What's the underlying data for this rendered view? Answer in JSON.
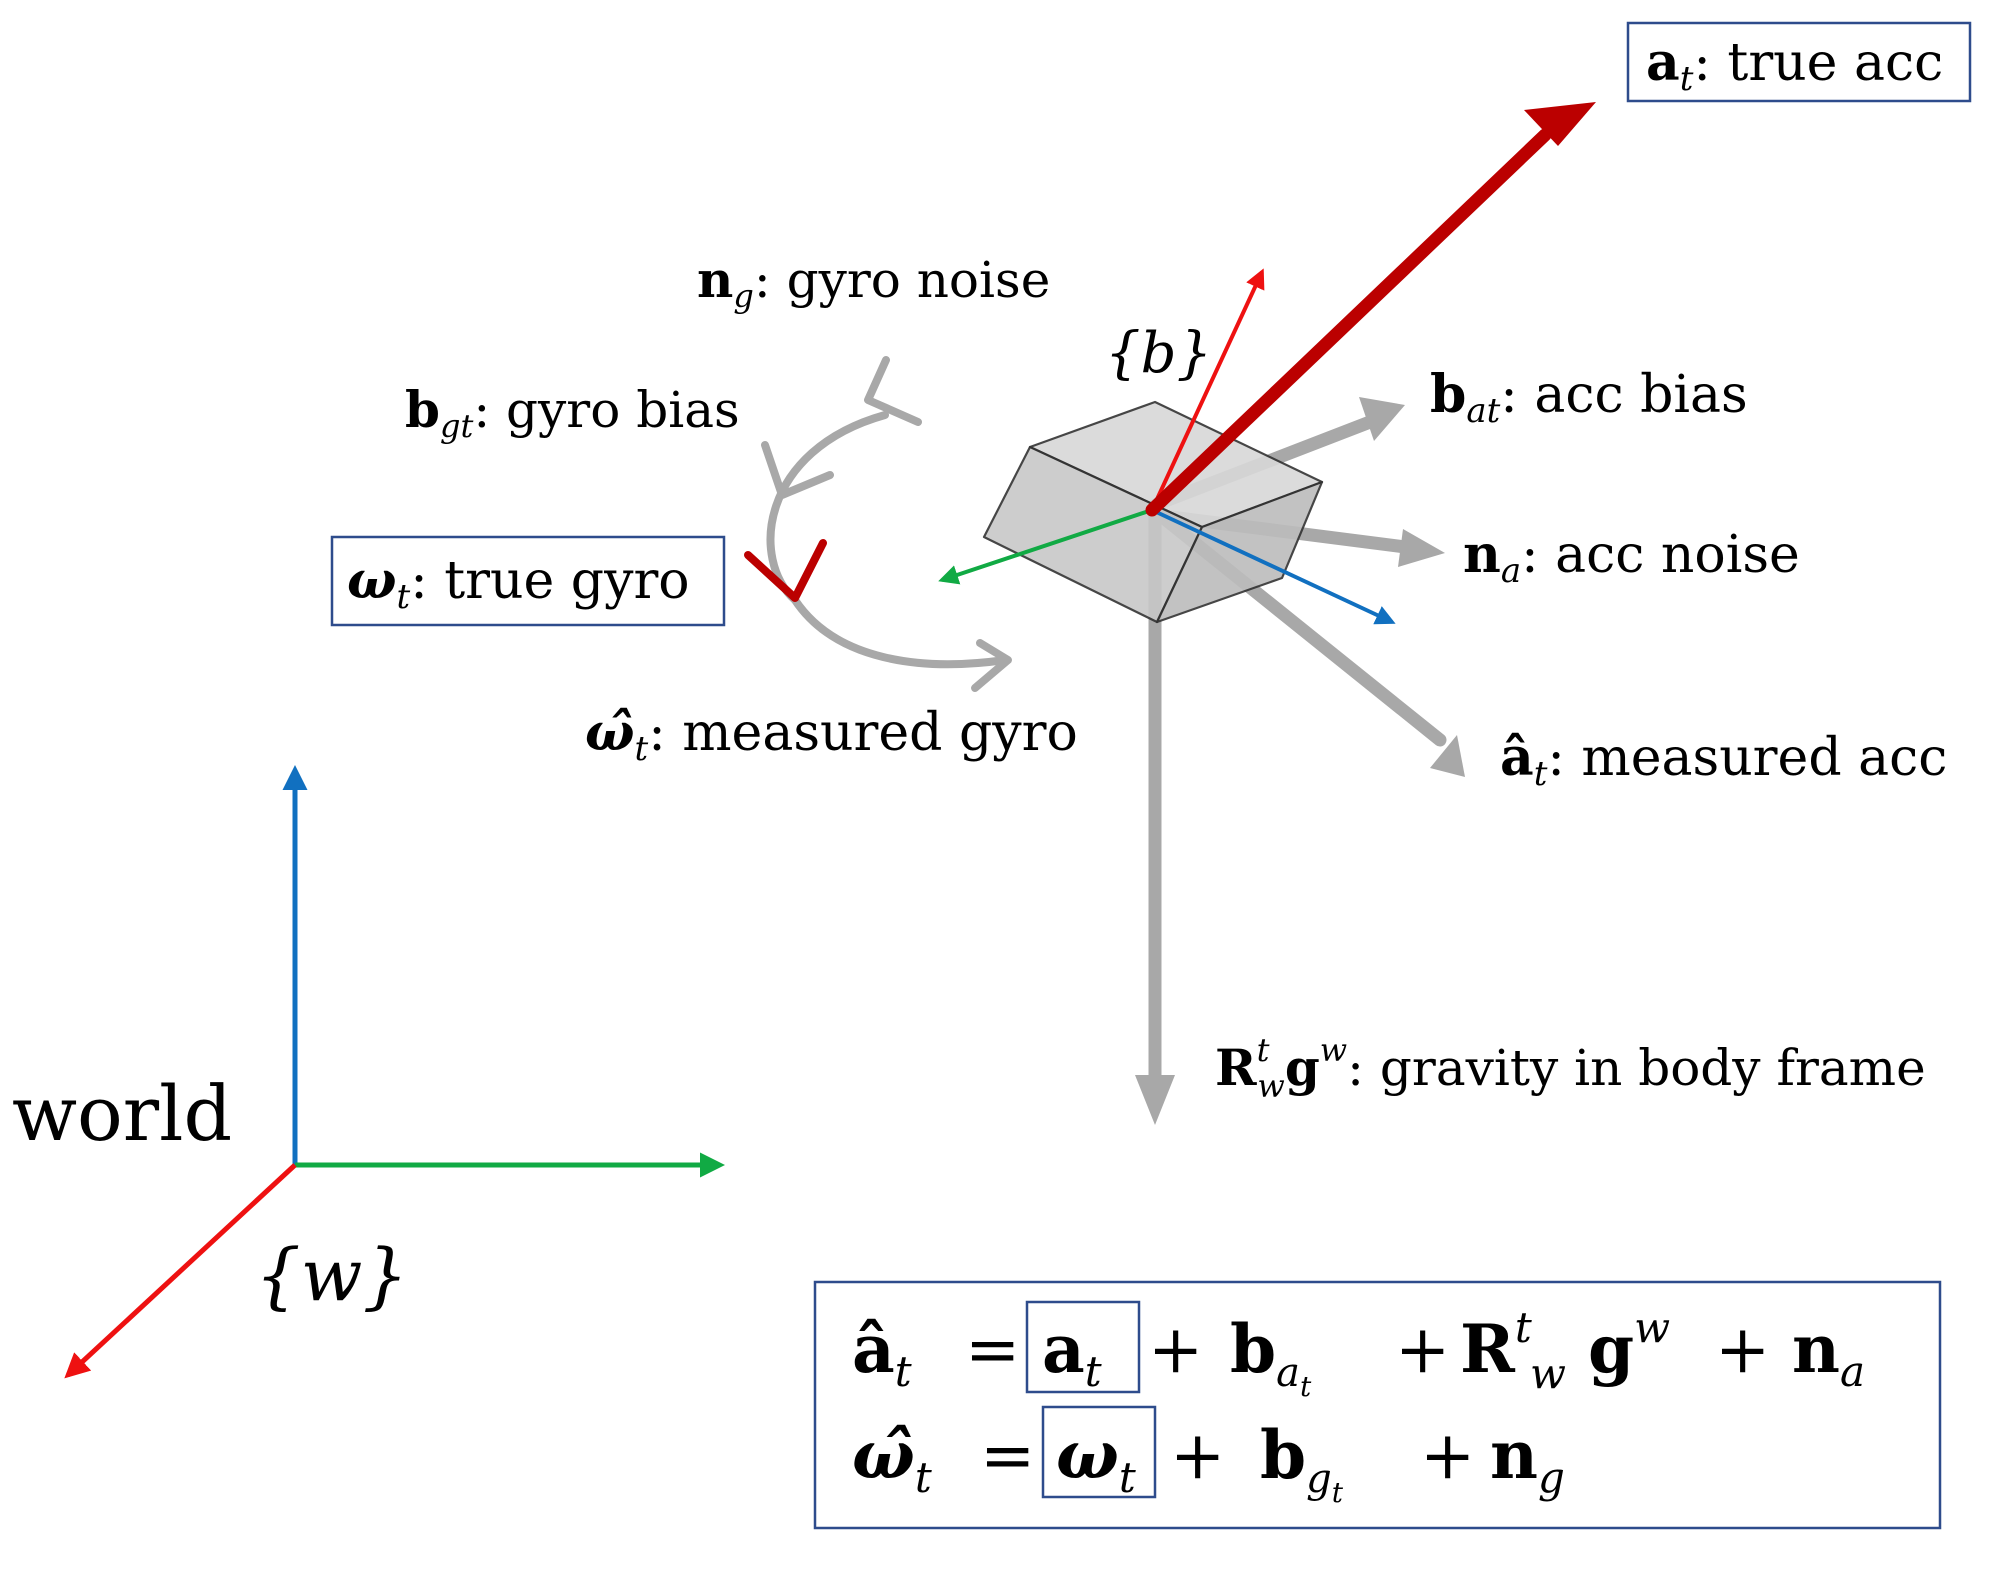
{
  "colors": {
    "red": "#ee1111",
    "dark_red": "#bb0000",
    "green": "#11aa44",
    "blue": "#1170c0",
    "gray": "#a8a8a8",
    "box_border": "#2e4c8c",
    "cube_fill": "#d0d0d0",
    "cube_stroke": "#333333"
  },
  "world": {
    "title": "world",
    "frame": "{w}"
  },
  "body": {
    "frame": "{b}"
  },
  "labels": {
    "true_acc": {
      "sym": "a",
      "sub": "t",
      "desc": ": true acc"
    },
    "acc_bias": {
      "sym": "b",
      "sub": "at",
      "desc": ": acc bias"
    },
    "acc_noise": {
      "sym": "n",
      "sub": "a",
      "desc": ": acc noise"
    },
    "measured_acc": {
      "sym": "â",
      "sub": "t",
      "desc": ": measured acc"
    },
    "gravity": {
      "sym": "R",
      "sup": "t",
      "sub": "w",
      "sym2": "g",
      "sup2": "w",
      "desc": ": gravity in body frame"
    },
    "gyro_noise": {
      "sym": "n",
      "sub": "g",
      "desc": ": gyro noise"
    },
    "gyro_bias": {
      "sym": "b",
      "sub": "gt",
      "desc": ": gyro bias"
    },
    "true_gyro": {
      "sym": "ω",
      "sub": "t",
      "desc": ": true gyro"
    },
    "measured_gyro": {
      "sym": "ω̂",
      "sub": "t",
      "desc": ": measured gyro"
    }
  },
  "equations": {
    "acc": {
      "lhs": "â",
      "lhs_sub": "t",
      "eq": "=",
      "boxed": "a",
      "boxed_sub": "t",
      "p1": "+",
      "t1": "b",
      "t1_sub": "a",
      "t1_subsub": "t",
      "p2": "+",
      "t2": "R",
      "t2_sup": "t",
      "t2_sub": "w",
      "t3": "g",
      "t3_sup": "w",
      "p3": "+",
      "t4": "n",
      "t4_sub": "a"
    },
    "gyro": {
      "lhs": "ω̂",
      "lhs_sub": "t",
      "eq": "=",
      "boxed": "ω",
      "boxed_sub": "t",
      "p1": "+",
      "t1": "b",
      "t1_sub": "g",
      "t1_subsub": "t",
      "p2": "+",
      "t2": "n",
      "t2_sub": "g"
    }
  }
}
